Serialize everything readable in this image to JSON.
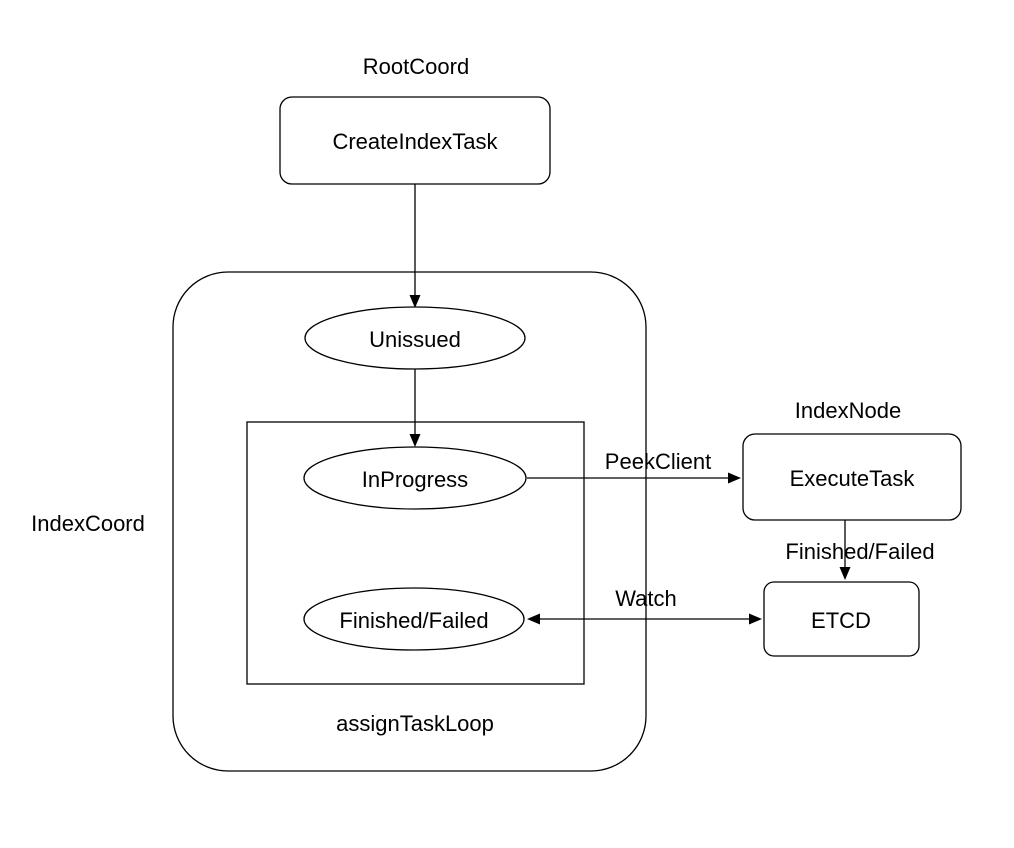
{
  "diagram": {
    "type": "flow-diagram",
    "colors": {
      "background": "#ffffff",
      "stroke": "#000000",
      "text": "#000000"
    },
    "nodes": {
      "create_index_task": {
        "label": "CreateIndexTask",
        "shape": "rounded-rect"
      },
      "unissued": {
        "label": "Unissued",
        "shape": "ellipse"
      },
      "in_progress": {
        "label": "InProgress",
        "shape": "ellipse"
      },
      "finished_failed": {
        "label": "Finished/Failed",
        "shape": "ellipse"
      },
      "execute_task": {
        "label": "ExecuteTask",
        "shape": "rounded-rect"
      },
      "etcd": {
        "label": "ETCD",
        "shape": "rounded-rect"
      }
    },
    "containers": {
      "index_coord": {
        "label": "IndexCoord"
      },
      "assign_task_loop": {
        "label": "assignTaskLoop"
      }
    },
    "group_labels": {
      "root_coord": "RootCoord",
      "index_node": "IndexNode"
    },
    "edges": [
      {
        "from": "CreateIndexTask",
        "to": "Unissued",
        "label": "",
        "direction": "one-way"
      },
      {
        "from": "Unissued",
        "to": "InProgress",
        "label": "",
        "direction": "one-way"
      },
      {
        "from": "InProgress",
        "to": "ExecuteTask",
        "label": "PeekClient",
        "direction": "one-way"
      },
      {
        "from": "ExecuteTask",
        "to": "ETCD",
        "label": "Finished/Failed",
        "direction": "one-way"
      },
      {
        "from": "Finished/Failed",
        "to": "ETCD",
        "label": "Watch",
        "direction": "two-way"
      }
    ],
    "edge_labels": {
      "peek_client": "PeekClient",
      "finished_failed": "Finished/Failed",
      "watch": "Watch"
    }
  }
}
